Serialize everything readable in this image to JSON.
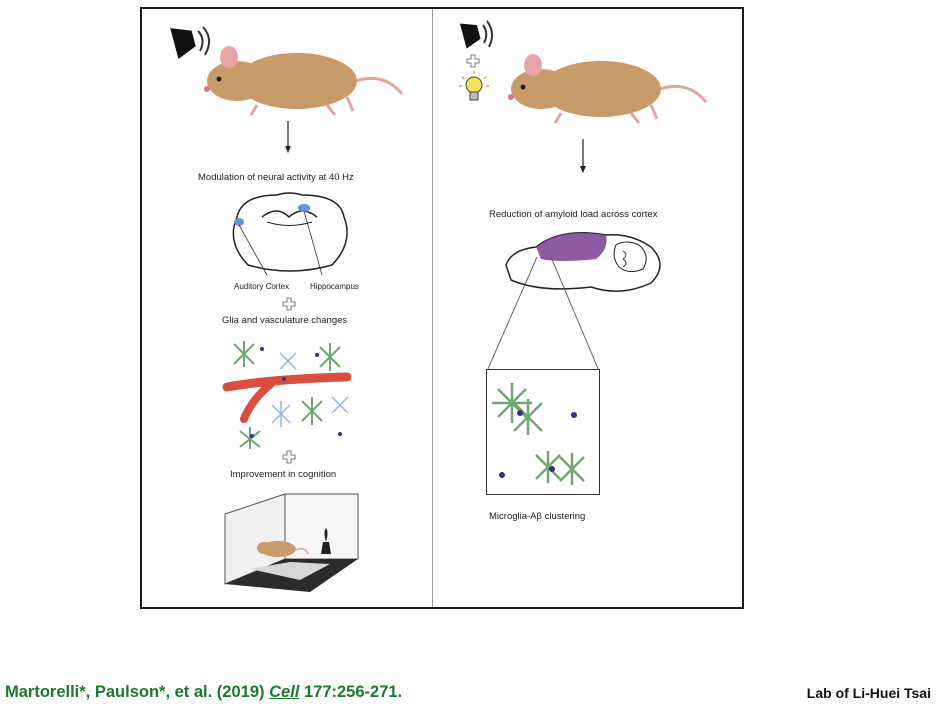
{
  "left": {
    "step1": "Modulation of neural activity at 40 Hz",
    "label_auditory": "Auditory Cortex",
    "label_hippocampus": "Hippocampus",
    "step2": "Glia and vasculature changes",
    "step3": "Improvement in cognition"
  },
  "right": {
    "step1": "Reduction of amyloid load across cortex",
    "step2": "Microglia-Aβ clustering"
  },
  "citation": {
    "authors": "Martorelli*, Paulson*, et al. (2019)",
    "journal": "Cell",
    "volume_pages": "177:256-271."
  },
  "credit": "Lab of Li-Huei Tsai",
  "colors": {
    "citation": "#1b7a2b",
    "mouse": "#c99a6a",
    "amyloid": "#7a3d91",
    "microglia": "#6fa86f",
    "vessel": "#d94f3f"
  }
}
